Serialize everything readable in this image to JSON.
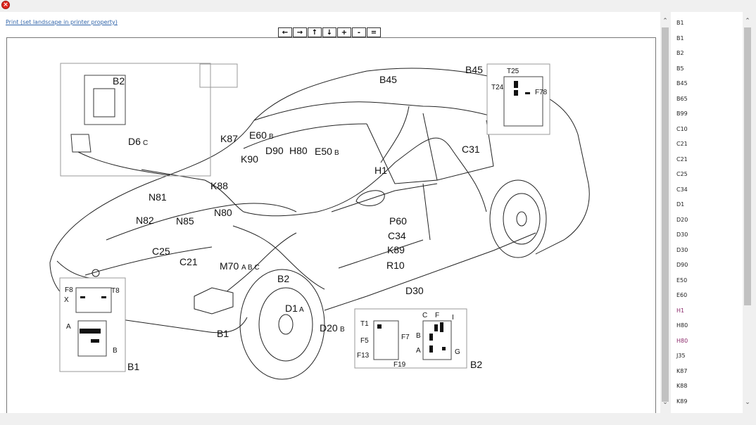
{
  "window": {
    "close_label": "×"
  },
  "print_link": "Print (set landscape in printer property)",
  "toolbar": {
    "buttons": [
      {
        "name": "left-arrow-button",
        "label": "←"
      },
      {
        "name": "right-arrow-button",
        "label": "→"
      },
      {
        "name": "up-arrow-button",
        "label": "↑"
      },
      {
        "name": "down-arrow-button",
        "label": "↓"
      },
      {
        "name": "zoom-in-button",
        "label": "+"
      },
      {
        "name": "zoom-out-button",
        "label": "-"
      },
      {
        "name": "fit-button",
        "label": "="
      }
    ]
  },
  "diagram_labels": {
    "B2_top": "B2",
    "D6": "D6",
    "D6_sub": "C",
    "K87": "K87",
    "E60": "E60",
    "E60_sub": "B",
    "D90": "D90",
    "H80": "H80",
    "E50": "E50",
    "E50_sub": "B",
    "K90": "K90",
    "H1": "H1",
    "B45": "B45",
    "B45_box": "B45",
    "T25": "T25",
    "T24": "T24",
    "F78": "F78",
    "C31": "C31",
    "K88": "K88",
    "N81": "N81",
    "N82": "N82",
    "N85": "N85",
    "N80": "N80",
    "P60": "P60",
    "C34": "C34",
    "K89": "K89",
    "C25": "C25",
    "C21": "C21",
    "M70": "M70",
    "M70_sub": "A B C",
    "R10": "R10",
    "B2_mid": "B2",
    "D30": "D30",
    "D1": "D1",
    "D1_sub": "A",
    "D20": "D20",
    "D20_sub": "B",
    "B1": "B1",
    "B1_box": "B1",
    "F8": "F8",
    "T8": "T8",
    "X": "X",
    "A_left": "A",
    "B_left": "B",
    "T1": "T1",
    "F5": "F5",
    "F7": "F7",
    "F13": "F13",
    "F19": "F19",
    "B2_box": "B2",
    "C_r": "C",
    "F_r": "F",
    "I_r": "I",
    "B_r": "B",
    "A_r": "A",
    "G_r": "G"
  },
  "sidebar": {
    "items": [
      {
        "label": "B1",
        "link": false
      },
      {
        "label": "B1",
        "link": false
      },
      {
        "label": "B2",
        "link": false
      },
      {
        "label": "B5",
        "link": false
      },
      {
        "label": "B45",
        "link": false
      },
      {
        "label": "B65",
        "link": false
      },
      {
        "label": "B99",
        "link": false
      },
      {
        "label": "C10",
        "link": false
      },
      {
        "label": "C21",
        "link": false
      },
      {
        "label": "C21",
        "link": false
      },
      {
        "label": "C25",
        "link": false
      },
      {
        "label": "C34",
        "link": false
      },
      {
        "label": "D1",
        "link": false
      },
      {
        "label": "D20",
        "link": false
      },
      {
        "label": "D30",
        "link": false
      },
      {
        "label": "D30",
        "link": false
      },
      {
        "label": "D90",
        "link": false
      },
      {
        "label": "E50",
        "link": false
      },
      {
        "label": "E60",
        "link": false
      },
      {
        "label": "H1",
        "link": true
      },
      {
        "label": "H80",
        "link": false
      },
      {
        "label": "H80",
        "link": true
      },
      {
        "label": "J35",
        "link": false
      },
      {
        "label": "K87",
        "link": false
      },
      {
        "label": "K88",
        "link": false
      },
      {
        "label": "K89",
        "link": false
      }
    ]
  }
}
